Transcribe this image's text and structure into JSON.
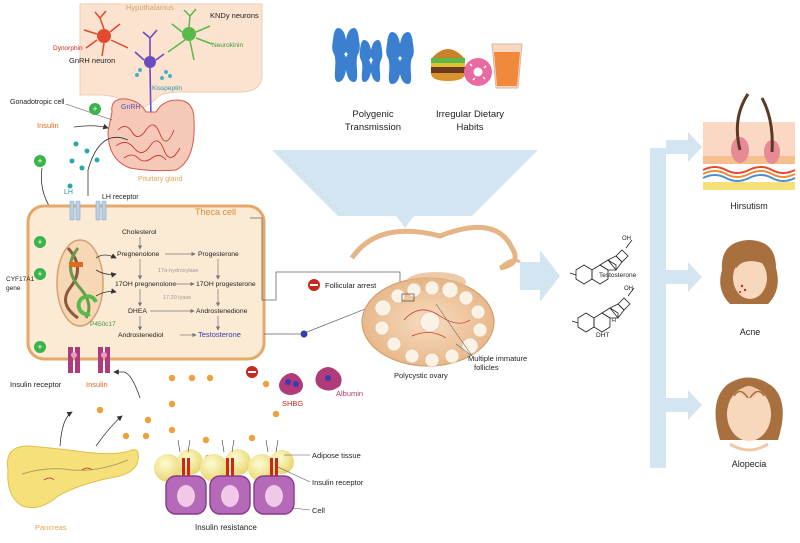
{
  "hypothalamus": {
    "title": "Hypothalamus",
    "kndy": "KNDy neurons",
    "dynorphin": "Dynorphin",
    "neurokinin": "Neurokinin",
    "gnrh_neuron": "GnRH neuron",
    "kisspeptin": "Kisspeptin",
    "gonadotropic_cell": "Gonadotropic cell",
    "gnrh": "GnRH",
    "insulin": "Insulin",
    "pituitary": "Pituitary gland",
    "lh": "LH",
    "lh_receptor": "LH receptor"
  },
  "theca": {
    "title": "Theca cell",
    "gene": [
      "CYF17A1",
      "gene"
    ],
    "enzyme": "P450c17",
    "cholesterol": "Cholesterol",
    "pregnenolone": "Pregnenolone",
    "progesterone": "Progesterone",
    "hydroxylase": "17α-hydroxylase",
    "ohpreg": "17OH pregnenolone",
    "ohprog": "17OH progesterone",
    "lyase": "17,20 lyase",
    "dhea": "DHEA",
    "androstenedione": "Androstenedione",
    "androstenediol": "Androstenediol",
    "testosterone": "Testosterone"
  },
  "causes": {
    "genetic": [
      "Polygenic",
      "Transmission"
    ],
    "diet": [
      "Irregular Dietary",
      "Habits"
    ]
  },
  "ovary": {
    "follicular_arrest": "Follicular arrest",
    "multiple": [
      "Multiple immature",
      "follicles"
    ],
    "label": "Polycystic ovary"
  },
  "hormones": {
    "testosterone": "Testosterone",
    "dht": "DHT",
    "oh": "OH",
    "h": "H"
  },
  "outcomes": {
    "hirsutism": "Hirsutism",
    "acne": "Acne",
    "alopecia": "Alopecia"
  },
  "lower": {
    "insulin_receptor": "Insulin receptor",
    "insulin": "Insulin",
    "shbg": "SHBG",
    "albumin": "Albumin",
    "adipose": "Adipose tissue",
    "insulin_receptor2": "Insulin receptor",
    "cell": "Cell",
    "pancreas": "Pancreas",
    "resistance": "Insulin resistance"
  },
  "colors": {
    "theca_border": "#e3a86a",
    "theca_fill": "#fbead4",
    "testosterone_text": "#3b3bb0",
    "insulin_text": "#e26a1e",
    "arrow_blue": "#d4e5f2",
    "plus_green": "#3bb24a",
    "minus_red": "#c8281e"
  }
}
